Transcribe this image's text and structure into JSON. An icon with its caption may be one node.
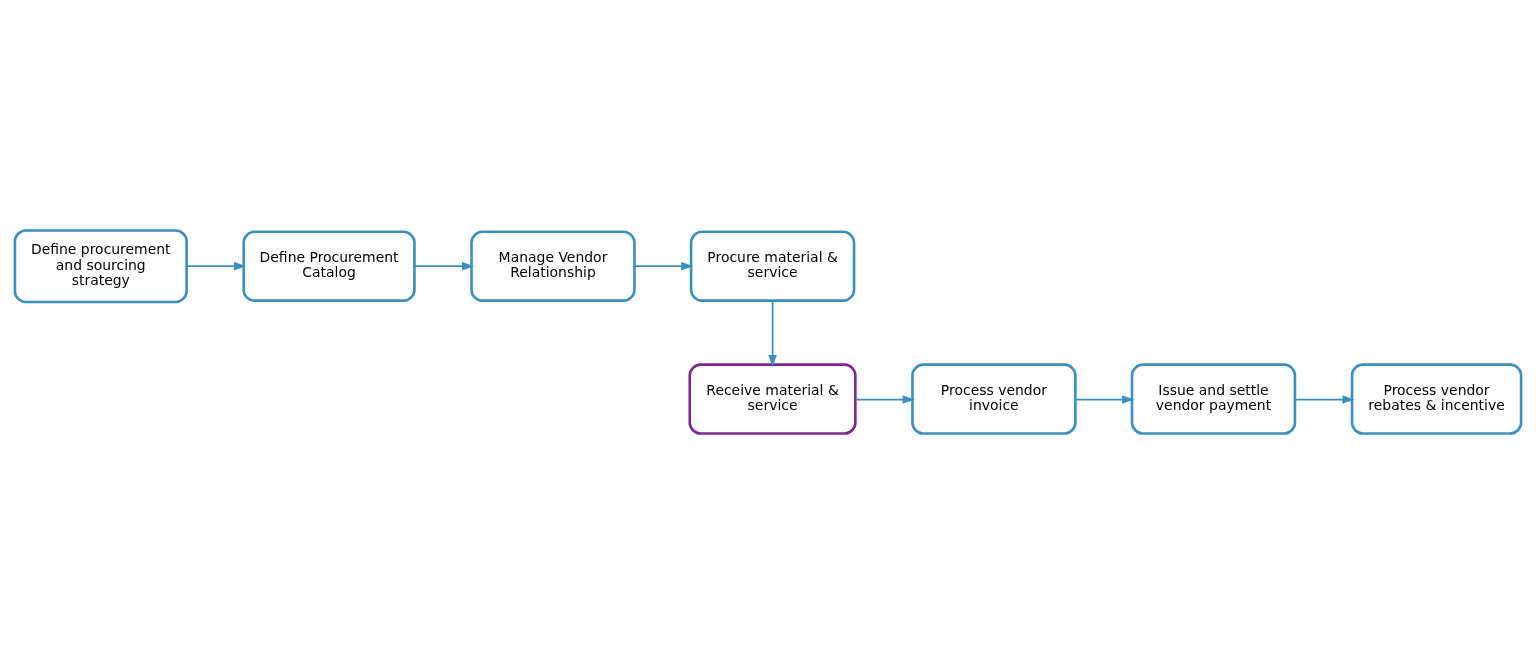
{
  "diagram": {
    "nodes": [
      {
        "text": [
          "Define procurement and sourcing strategy"
        ]
      },
      {
        "text": [
          "Define Procurement Catalog"
        ]
      },
      {
        "text": [
          "Manage Vendor Relationship"
        ]
      },
      {
        "text": [
          "Procure material & service"
        ]
      },
      {
        "text": [
          "Receive material & service"
        ]
      },
      {
        "text": [
          "Process vendor invoice"
        ]
      },
      {
        "text": [
          "Issue and settle vendor payment"
        ]
      },
      {
        "text": [
          "Process vendor rebates & incentive"
        ]
      }
    ],
    "edges": [
      {
        "from": 0,
        "to": 1,
        "arrow": "to"
      },
      {
        "from": 1,
        "to": 2,
        "arrow": "to"
      },
      {
        "from": 2,
        "to": 3,
        "arrow": "to"
      },
      {
        "from": 3,
        "to": 4,
        "arrow": "to"
      },
      {
        "from": 4,
        "to": 5,
        "arrow": "to"
      },
      {
        "from": 5,
        "to": 6,
        "arrow": "to"
      },
      {
        "from": 6,
        "to": 7,
        "arrow": "to"
      }
    ]
  }
}
